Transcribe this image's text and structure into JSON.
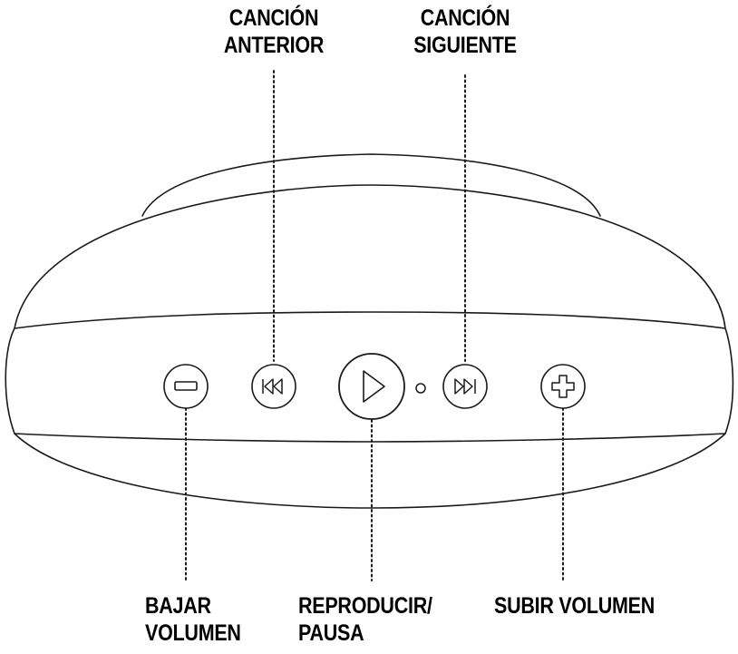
{
  "labels": {
    "prev": [
      "CANCIÓN",
      "ANTERIOR"
    ],
    "next": [
      "CANCIÓN",
      "SIGUIENTE"
    ],
    "vol_down": [
      "BAJAR",
      "VOLUMEN"
    ],
    "play": [
      "REPRODUCIR/",
      "PAUSA"
    ],
    "vol_up": [
      "SUBIR VOLUMEN"
    ]
  },
  "buttons": [
    {
      "id": "volume-down",
      "icon": "minus-icon"
    },
    {
      "id": "previous-track",
      "icon": "skip-back-icon"
    },
    {
      "id": "play-pause",
      "icon": "play-icon"
    },
    {
      "id": "next-track",
      "icon": "skip-forward-icon"
    },
    {
      "id": "volume-up",
      "icon": "plus-icon"
    }
  ],
  "colors": {
    "line": "#1a1a1a",
    "text": "#000000",
    "background": "#ffffff"
  }
}
